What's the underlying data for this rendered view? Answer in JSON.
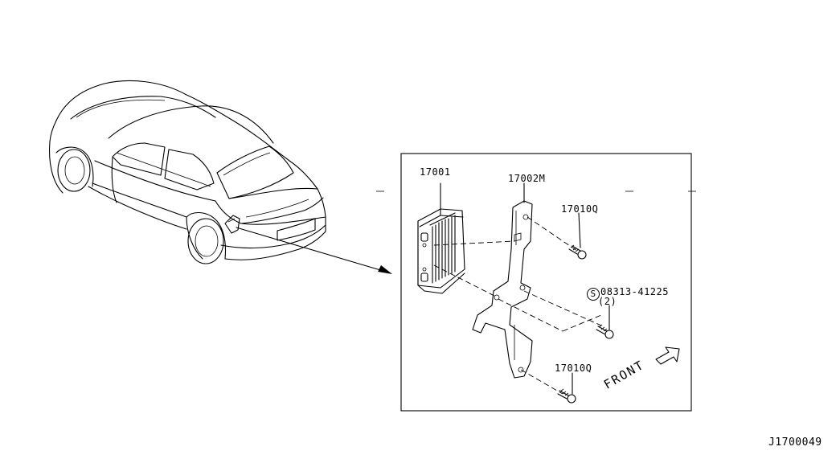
{
  "parts": {
    "control_unit": "17001",
    "bracket": "17002M",
    "bolt_upper": "17010Q",
    "bolt_lower": "17010Q",
    "bolt_std": "08313-41225",
    "bolt_std_symbol": "S",
    "bolt_std_qty": "(2)"
  },
  "front_label": "FRONT",
  "diagram_ref": "J1700049"
}
